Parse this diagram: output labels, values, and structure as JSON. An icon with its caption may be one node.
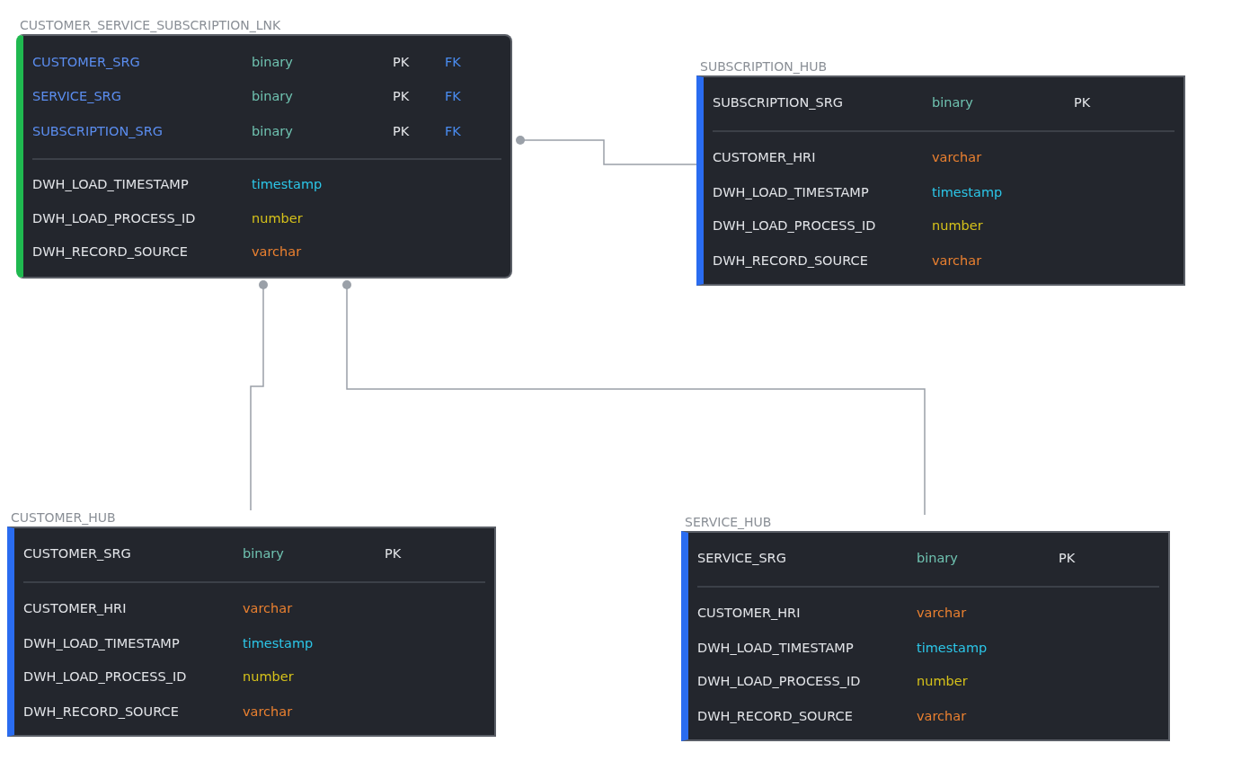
{
  "diagram": {
    "nodes": [
      {
        "text": [
          "CUSTOMER_SERVICE_SUBSCRIPTION_LNK",
          "CUSTOMER_SRG",
          "binary",
          "PK",
          "FK",
          "SERVICE_SRG",
          "binary",
          "PK",
          "FK",
          "SUBSCRIPTION_SRG",
          "binary",
          "PK",
          "FK",
          "DWH_LOAD_TIMESTAMP",
          "timestamp",
          "DWH_LOAD_PROCESS_ID",
          "number",
          "DWH_RECORD_SOURCE",
          "varchar"
        ]
      },
      {
        "text": [
          "SUBSCRIPTION_HUB",
          "SUBSCRIPTION_SRG",
          "binary",
          "PK",
          "CUSTOMER_HRI",
          "varchar",
          "DWH_LOAD_TIMESTAMP",
          "timestamp",
          "DWH_LOAD_PROCESS_ID",
          "number",
          "DWH_RECORD_SOURCE",
          "varchar"
        ]
      },
      {
        "text": [
          "CUSTOMER_HUB",
          "CUSTOMER_SRG",
          "binary",
          "PK",
          "CUSTOMER_HRI",
          "varchar",
          "DWH_LOAD_TIMESTAMP",
          "timestamp",
          "DWH_LOAD_PROCESS_ID",
          "number",
          "DWH_RECORD_SOURCE",
          "varchar"
        ]
      },
      {
        "text": [
          "SERVICE_HUB",
          "SERVICE_SRG",
          "binary",
          "PK",
          "CUSTOMER_HRI",
          "varchar",
          "DWH_LOAD_TIMESTAMP",
          "timestamp",
          "DWH_LOAD_PROCESS_ID",
          "number",
          "DWH_RECORD_SOURCE",
          "varchar"
        ]
      }
    ],
    "edges": [
      {
        "from": 0,
        "to": 1,
        "arrow": "other"
      },
      {
        "from": 0,
        "to": 2,
        "arrow": "other"
      },
      {
        "from": 0,
        "to": 3,
        "arrow": "other"
      }
    ]
  }
}
